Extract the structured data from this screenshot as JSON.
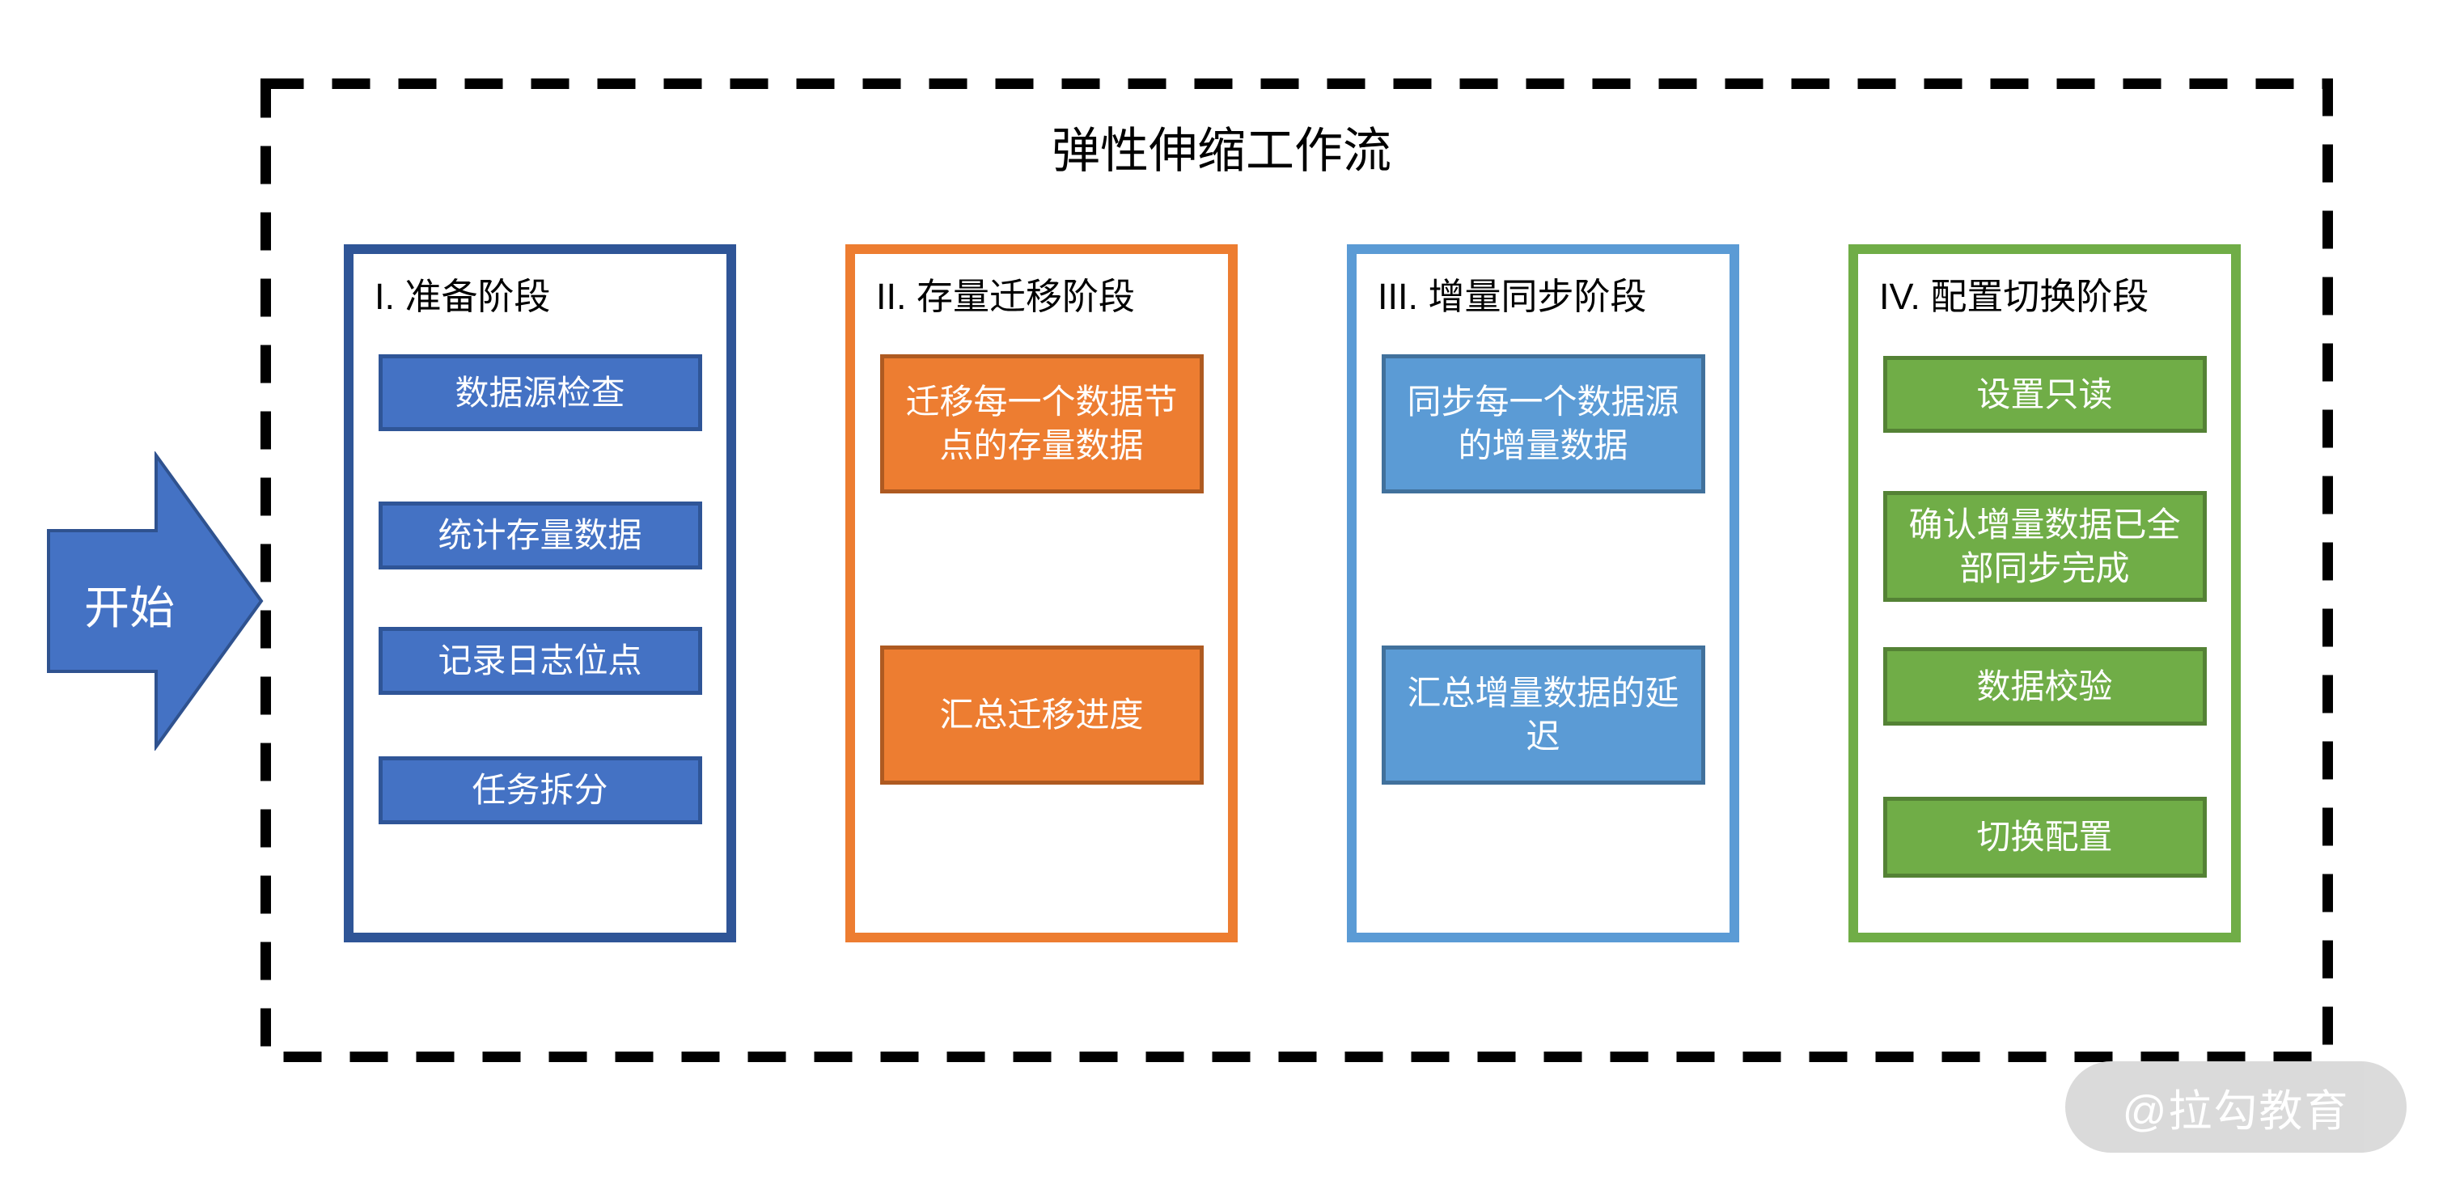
{
  "title": "弹性伸缩工作流",
  "start": {
    "label": "开始"
  },
  "watermark": {
    "label": "@拉勾教育"
  },
  "colors": {
    "phase1-fill": "#4472C4",
    "phase1-line": "#2F5597",
    "phase2-fill": "#ED7D31",
    "phase2-line": "#AE5A21",
    "phase3-fill": "#5B9BD5",
    "phase3-line": "#41719C",
    "phase4-fill": "#70AD47",
    "phase4-line": "#548235",
    "arrow-fill": "#4472C4",
    "arrow-line": "#2F528F",
    "dash": "#000000",
    "watermark-bg": "#D9D9D9",
    "watermark-text": "#FFFFFF"
  },
  "phases": [
    {
      "label": "I. 准备阶段",
      "steps": [
        {
          "text": "数据源检查"
        },
        {
          "text": "统计存量数据"
        },
        {
          "text": "记录日志位点"
        },
        {
          "text": "任务拆分"
        }
      ]
    },
    {
      "label": "II. 存量迁移阶段",
      "steps": [
        {
          "text": "迁移每一个数据节点的存量数据"
        },
        {
          "text": "汇总迁移进度"
        }
      ]
    },
    {
      "label": "III. 增量同步阶段",
      "steps": [
        {
          "text": "同步每一个数据源的增量数据"
        },
        {
          "text": "汇总增量数据的延迟"
        }
      ]
    },
    {
      "label": "IV. 配置切换阶段",
      "steps": [
        {
          "text": "设置只读"
        },
        {
          "text": "确认增量数据已全部同步完成"
        },
        {
          "text": "数据校验"
        },
        {
          "text": "切换配置"
        }
      ]
    }
  ]
}
